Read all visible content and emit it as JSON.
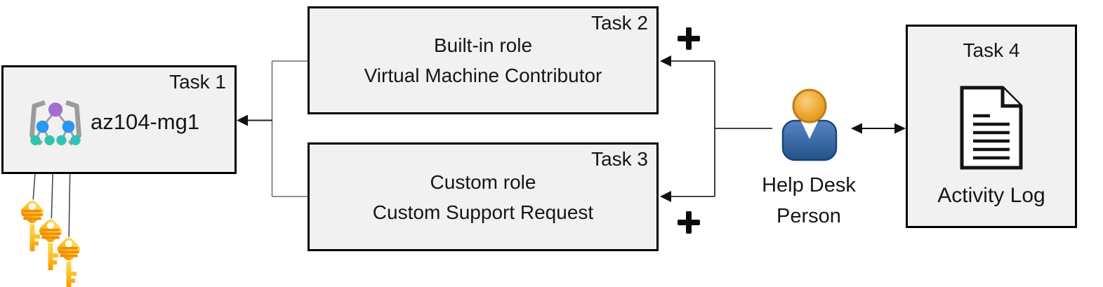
{
  "task1": {
    "label": "Task 1",
    "resource": "az104-mg1"
  },
  "task2": {
    "label": "Task 2",
    "role_type": "Built-in role",
    "role_name": "Virtual Machine Contributor"
  },
  "task3": {
    "label": "Task 3",
    "role_type": "Custom role",
    "role_name": "Custom Support Request"
  },
  "task4": {
    "label": "Task 4",
    "caption": "Activity Log"
  },
  "person": {
    "label_line1": "Help Desk",
    "label_line2": "Person"
  },
  "plus_signs": {
    "top": "+",
    "bottom": "+"
  },
  "icons": {
    "task1_resource": "management-group-icon",
    "credentials": "key-icon",
    "actor": "person-icon",
    "activity_log": "document-icon",
    "add": "plus-icon"
  },
  "palette": {
    "box_fill": "#f1f1f1",
    "box_border": "#000000",
    "connector_gray": "#6e6e6e",
    "connector_black": "#1a1a1a",
    "key_yellow": "#FFD95C",
    "key_orange": "#F49A00",
    "key_ridge": "#EE8F06",
    "person_body_blue": "#2F5E96",
    "person_head_orange": "#EDA62F",
    "mg_purple": "#A46ED1",
    "mg_blue": "#2B97EE",
    "mg_teal": "#2EC4B3",
    "mg_bracket_gray": "#9B9B9B"
  }
}
